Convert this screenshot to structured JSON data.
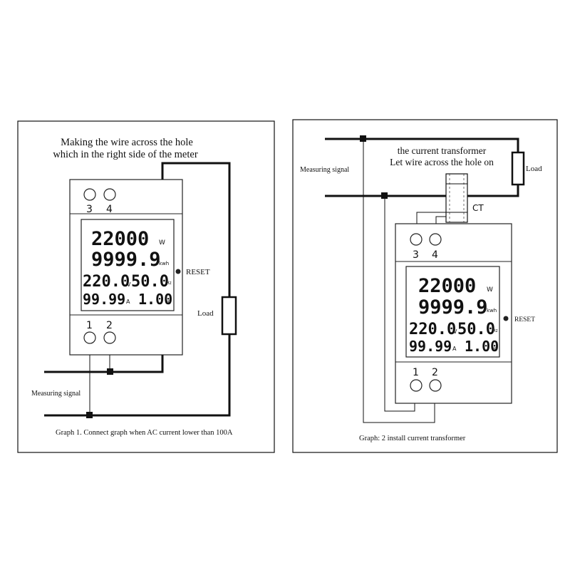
{
  "left": {
    "heading_line1": "Making the wire across the hole",
    "heading_line2": "which in the right side of the meter",
    "terminals_top": [
      "3",
      "4"
    ],
    "terminals_bottom": [
      "1",
      "2"
    ],
    "lcd": {
      "power": "22000",
      "power_unit": "W",
      "energy": "9999.9",
      "energy_unit": "kwh",
      "voltage": "220.0",
      "voltage_unit": "V",
      "frequency": "50.0",
      "frequency_unit": "Hz",
      "current": "99.99",
      "current_unit": "A",
      "pf": "1.00",
      "pf_unit": "PF"
    },
    "reset_label": "RESET",
    "load_label": "Load",
    "signal_label": "Measuring signal",
    "caption": "Graph 1. Connect graph when AC current lower than 100A"
  },
  "right": {
    "heading_line1": "the current transformer",
    "heading_line2": "Let wire across the hole on",
    "signal_label": "Measuring signal",
    "load_label": "Load",
    "ct_label": "CT",
    "terminals_top": [
      "3",
      "4"
    ],
    "terminals_bottom": [
      "1",
      "2"
    ],
    "lcd": {
      "power": "22000",
      "power_unit": "W",
      "energy": "9999.9",
      "energy_unit": "kwh",
      "voltage": "220.0",
      "voltage_unit": "V",
      "frequency": "50.0",
      "frequency_unit": "Hz",
      "current": "99.99",
      "current_unit": "A",
      "pf": "1.00",
      "pf_unit": "PF"
    },
    "reset_label": "RESET",
    "caption": "Graph: 2 install current transformer"
  }
}
